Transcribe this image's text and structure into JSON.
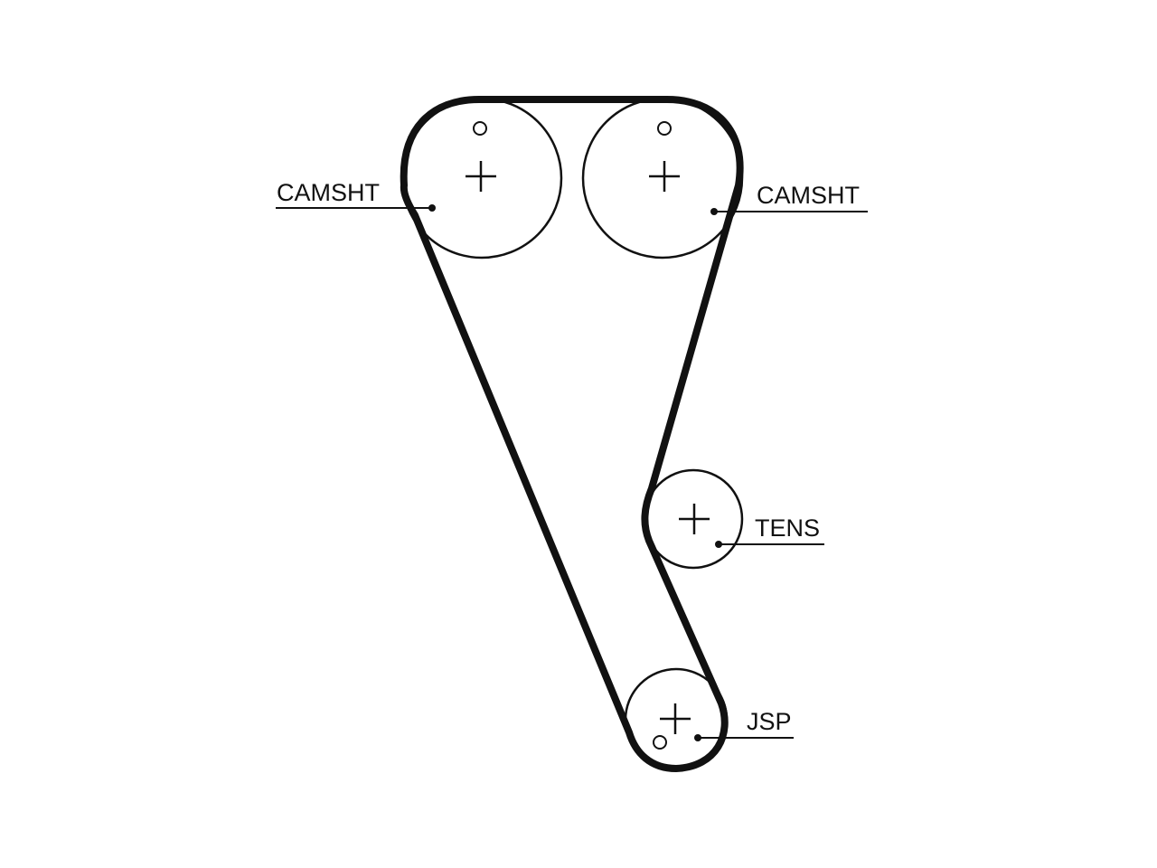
{
  "diagram": {
    "labels": {
      "camshaft_left": "CAMSHT",
      "camshaft_right": "CAMSHT",
      "tensioner": "TENS",
      "crankshaft": "JSP"
    }
  }
}
